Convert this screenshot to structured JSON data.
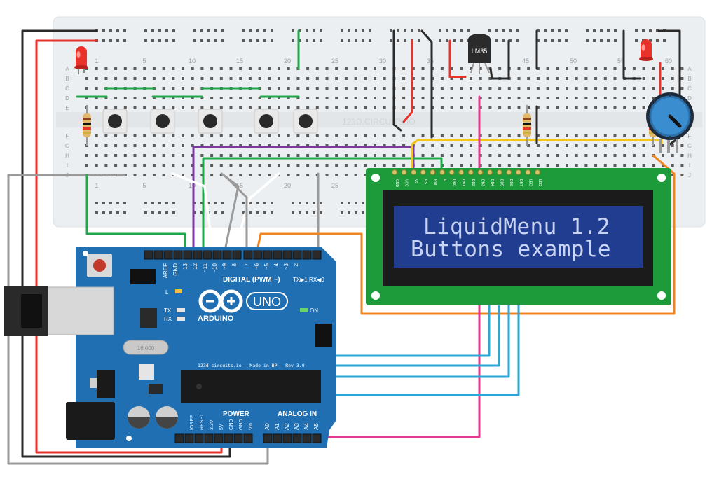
{
  "breadboard": {
    "watermark": "123D.CIRCUITS.IO",
    "column_numbers": [
      "1",
      "5",
      "10",
      "15",
      "20",
      "25",
      "30",
      "35",
      "40",
      "45",
      "50",
      "55",
      "60"
    ],
    "lower_column_numbers": [
      "1",
      "5",
      "10",
      "15",
      "20",
      "25"
    ],
    "row_letters_top": [
      "A",
      "B",
      "C",
      "D",
      "E"
    ],
    "row_letters_bottom": [
      "F",
      "G",
      "H",
      "I",
      "J"
    ]
  },
  "sensor": {
    "label": "LM35"
  },
  "lcd": {
    "line1": "LiquidMenu 1.2",
    "line2": "Buttons example",
    "pins": [
      "GND",
      "VCC",
      "V0",
      "RS",
      "RW",
      "E",
      "DB0",
      "DB1",
      "DB2",
      "DB3",
      "DB4",
      "DB5",
      "DB6",
      "DB7",
      "LED",
      "LED"
    ],
    "colors": {
      "pcb": "#1d9b3a",
      "screen": "#203d8f",
      "text": "#c9d4f4",
      "bezel": "#1b1b1b"
    }
  },
  "arduino": {
    "brand": "ARDUINO",
    "model": "UNO",
    "digital_label": "DIGITAL (PWM ~)",
    "tx_rx_label": "TX▶1  RX◀0",
    "digital_pins": [
      "AREF",
      "GND",
      "13",
      "12",
      "~11",
      "~10",
      "~9",
      "8",
      "7",
      "~6",
      "~5",
      "4",
      "~3",
      "2"
    ],
    "led_labels": {
      "l": "L",
      "tx": "TX",
      "rx": "RX",
      "on": "ON"
    },
    "made_in": "123d.circuits.io – Made in BP – Rev 3.0",
    "crystal": "16.000",
    "power_label": "POWER",
    "analog_label": "ANALOG IN",
    "power_pins": [
      "IOREF",
      "RESET",
      "3.3V",
      "5V",
      "GND",
      "GND",
      "Vin"
    ],
    "analog_pins": [
      "A0",
      "A1",
      "A2",
      "A3",
      "A4",
      "A5"
    ],
    "board_color": "#1f6fb2"
  },
  "wire_colors": {
    "red": "#e8322a",
    "black": "#2a2a2a",
    "green": "#1fa84a",
    "purple": "#7b3a9c",
    "yellow": "#f5c518",
    "orange": "#f0841e",
    "pink": "#e0398f",
    "blue": "#2aa8d6",
    "gray": "#9a9a9a",
    "white": "#ffffff"
  }
}
